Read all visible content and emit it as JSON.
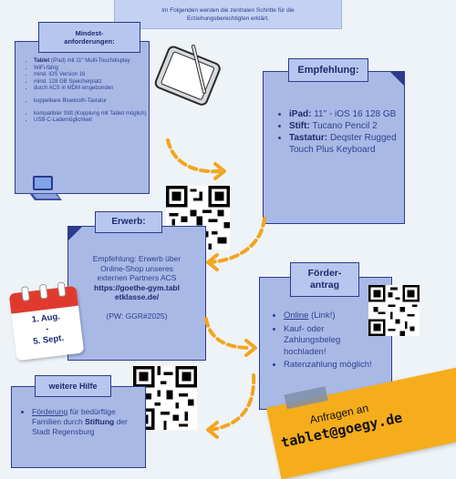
{
  "intro": {
    "line1": "Im Folgenden werden die zentralen Schritte für die",
    "line2": "Erziehungsberechtigten erklärt."
  },
  "requirements": {
    "title_line1": "Mindest-",
    "title_line2": "anforderungen:",
    "items": [
      {
        "bold": "Tablet",
        "text": " (iPad) mit 11\" Multi-Touchdisplay"
      },
      {
        "bold": "",
        "text": "WiFi-fähig"
      },
      {
        "bold": "",
        "text": "mind. iOS Version 16"
      },
      {
        "bold": "",
        "text": "mind. 128 GB Speicherplatz"
      },
      {
        "bold": "",
        "text": "durch ACS in MDM eingebunden"
      },
      {
        "bold": "",
        "text": "koppelbare Bluetooth-Tastatur"
      },
      {
        "bold": "",
        "text": "kompatibler Stift (Kopplung mit Tablet möglich)"
      },
      {
        "bold": "",
        "text": "USB-C-Lademöglichkeit"
      }
    ]
  },
  "recommendation": {
    "title": "Empfehlung:",
    "items": [
      {
        "label": "iPad:",
        "text": " 11\" - iOS 16 128 GB"
      },
      {
        "label": "Stift:",
        "text": " Tucano Pencil 2"
      },
      {
        "label": "Tastatur:",
        "text": " Deqster Rugged Touch Plus Keyboard"
      }
    ]
  },
  "purchase": {
    "title": "Erwerb:",
    "line1": "Empfehlung: Erwerb über",
    "line2": "Online-Shop unseres",
    "line3": "externen Partners ACS",
    "link": "https://goethe-gym.tabletklasse.de/",
    "password": "(PW: GGR#2025)"
  },
  "calendar": {
    "from": "1. Aug.",
    "sep": "-",
    "to": "5. Sept."
  },
  "funding": {
    "title": "Förder-antrag",
    "items": [
      {
        "link": "Online",
        "text": " (Link!)"
      },
      {
        "link": "",
        "text": "Kauf- oder Zahlungsbeleg hochladen!"
      },
      {
        "link": "",
        "text": "Ratenzahlung möglich!"
      }
    ]
  },
  "help": {
    "title": "weitere Hilfe",
    "item_link": "Förderung",
    "item_text1": " für bedürftige Familien durch ",
    "item_bold": "Stiftung",
    "item_text2": " der Stadt Regensburg"
  },
  "note": {
    "line1": "Anfragen an",
    "line2": "tablet@goegy.de"
  },
  "colors": {
    "card": "#a9b9e6",
    "border": "#2c3b8e",
    "arrow": "#f3a51c",
    "note": "#f5ad1b",
    "calendar_red": "#e03a2f"
  }
}
